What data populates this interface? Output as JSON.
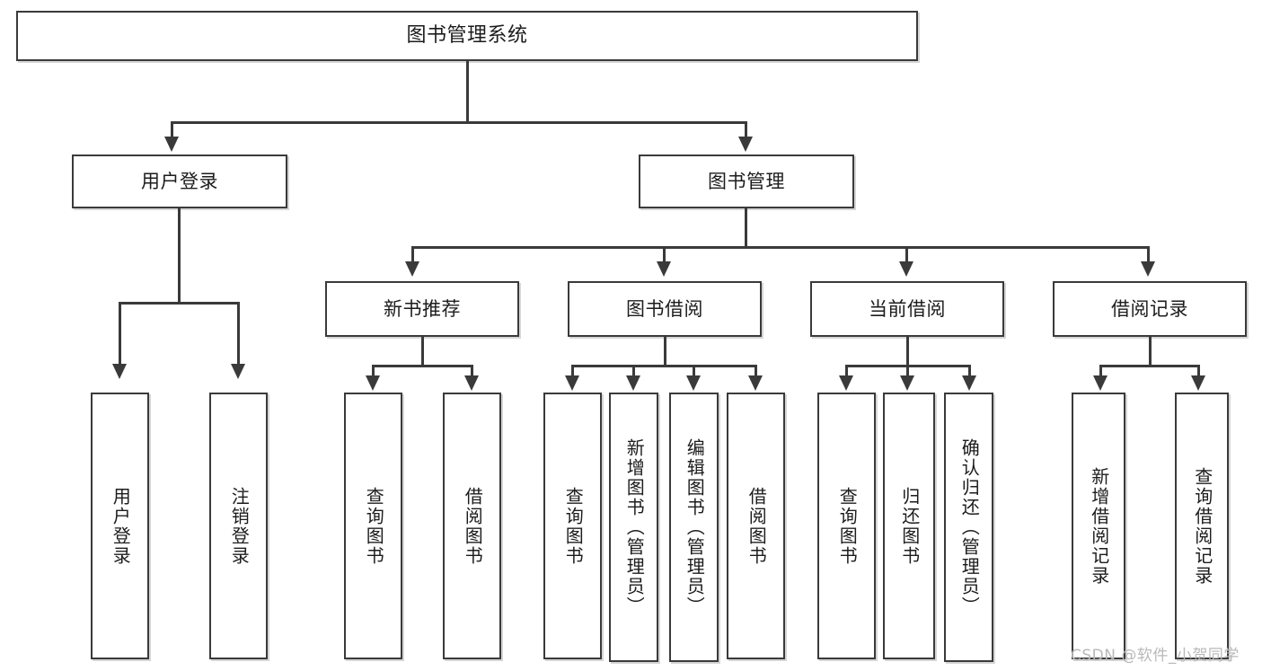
{
  "diagram": {
    "title": "图书管理系统",
    "type": "hierarchy-tree",
    "root": {
      "id": "root",
      "label": "图书管理系统"
    },
    "level2": [
      {
        "id": "user-login",
        "label": "用户登录"
      },
      {
        "id": "book-management",
        "label": "图书管理"
      }
    ],
    "level3": [
      {
        "id": "new-book-recommend",
        "label": "新书推荐",
        "parent": "book-management"
      },
      {
        "id": "book-borrow",
        "label": "图书借阅",
        "parent": "book-management"
      },
      {
        "id": "current-borrow",
        "label": "当前借阅",
        "parent": "book-management"
      },
      {
        "id": "borrow-record",
        "label": "借阅记录",
        "parent": "book-management"
      }
    ],
    "leaves": [
      {
        "id": "leaf-user-login",
        "label": "用户登录",
        "parent": "user-login"
      },
      {
        "id": "leaf-logout",
        "label": "注销登录",
        "parent": "user-login"
      },
      {
        "id": "leaf-query-book-1",
        "label": "查询图书",
        "parent": "new-book-recommend"
      },
      {
        "id": "leaf-borrow-book-1",
        "label": "借阅图书",
        "parent": "new-book-recommend"
      },
      {
        "id": "leaf-query-book-2",
        "label": "查询图书",
        "parent": "book-borrow"
      },
      {
        "id": "leaf-add-book",
        "label": "新增图书（管理员）",
        "parent": "book-borrow"
      },
      {
        "id": "leaf-edit-book",
        "label": "编辑图书（管理员）",
        "parent": "book-borrow"
      },
      {
        "id": "leaf-borrow-book-2",
        "label": "借阅图书",
        "parent": "book-borrow"
      },
      {
        "id": "leaf-query-book-3",
        "label": "查询图书",
        "parent": "current-borrow"
      },
      {
        "id": "leaf-return-book",
        "label": "归还图书",
        "parent": "current-borrow"
      },
      {
        "id": "leaf-confirm-return",
        "label": "确认归还（管理员）",
        "parent": "current-borrow"
      },
      {
        "id": "leaf-add-record",
        "label": "新增借阅记录",
        "parent": "borrow-record"
      },
      {
        "id": "leaf-query-record",
        "label": "查询借阅记录",
        "parent": "borrow-record"
      }
    ]
  },
  "watermark": {
    "text": "CSDN @软件_小贺同学"
  },
  "colors": {
    "border": "#3a3a3a",
    "background": "#ffffff",
    "text": "#1c1c1c",
    "connector": "#3a3a3a",
    "shadow": "#d6d6d6",
    "watermark": "#b9b9b9"
  }
}
